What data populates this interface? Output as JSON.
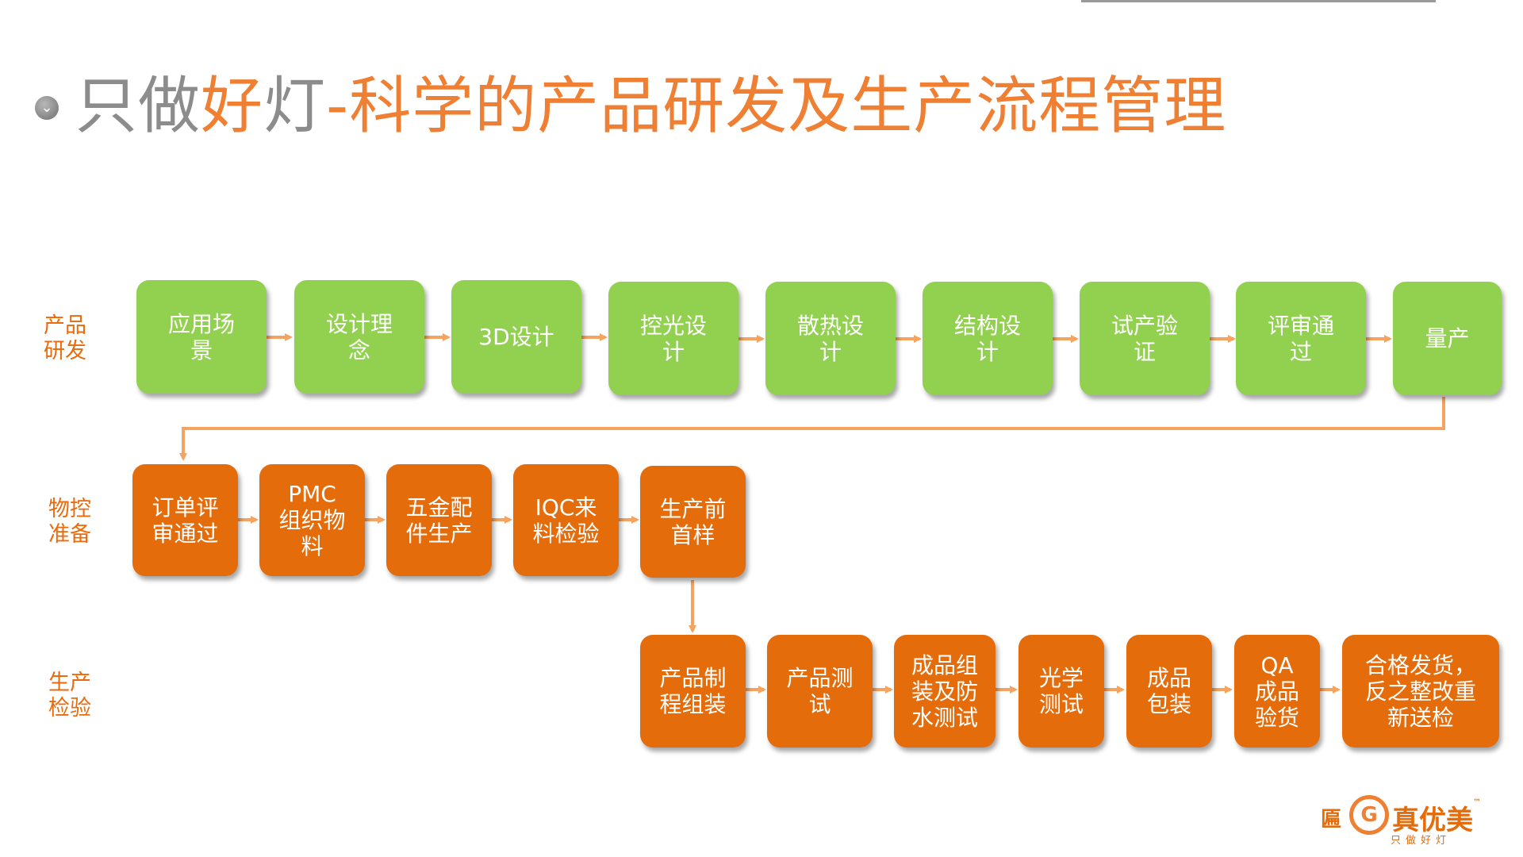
{
  "title": {
    "part1": "只做",
    "part2": "好",
    "part3": "灯",
    "part4": "-科学的产品研发及生产流程管理"
  },
  "rows": [
    {
      "label": "产品\n研发",
      "steps": [
        "应用场\n景",
        "设计理\n念",
        "3D设计",
        "控光设\n计",
        "散热设\n计",
        "结构设\n计",
        "试产验\n证",
        "评审通\n过",
        "量产"
      ]
    },
    {
      "label": "物控\n准备",
      "steps": [
        "订单评\n审通过",
        "PMC\n组织物\n料",
        "五金配\n件生产",
        "IQC来\n料检验",
        "生产前\n首样"
      ]
    },
    {
      "label": "生产\n检验",
      "steps": [
        "产品制\n程组装",
        "产品测\n试",
        "成品组\n装及防\n水测试",
        "光学\n测试",
        "成品\n包装",
        "QA\n成品\n验货",
        "合格发货，\n反之整改重\n新送检"
      ]
    }
  ],
  "logo": {
    "mark": "匾",
    "circle_glyph": "G",
    "name": "真优美",
    "tm": "™",
    "slogan": "只做好灯"
  },
  "colors": {
    "green": "#92d050",
    "orange": "#e46c0a",
    "arrow": "#f4a460",
    "title_orange": "#ef7f32",
    "title_gray": "#8c8c8c"
  },
  "icons": [
    "bullet-chevron-icon",
    "arrow-right-icon",
    "arrow-down-icon"
  ]
}
